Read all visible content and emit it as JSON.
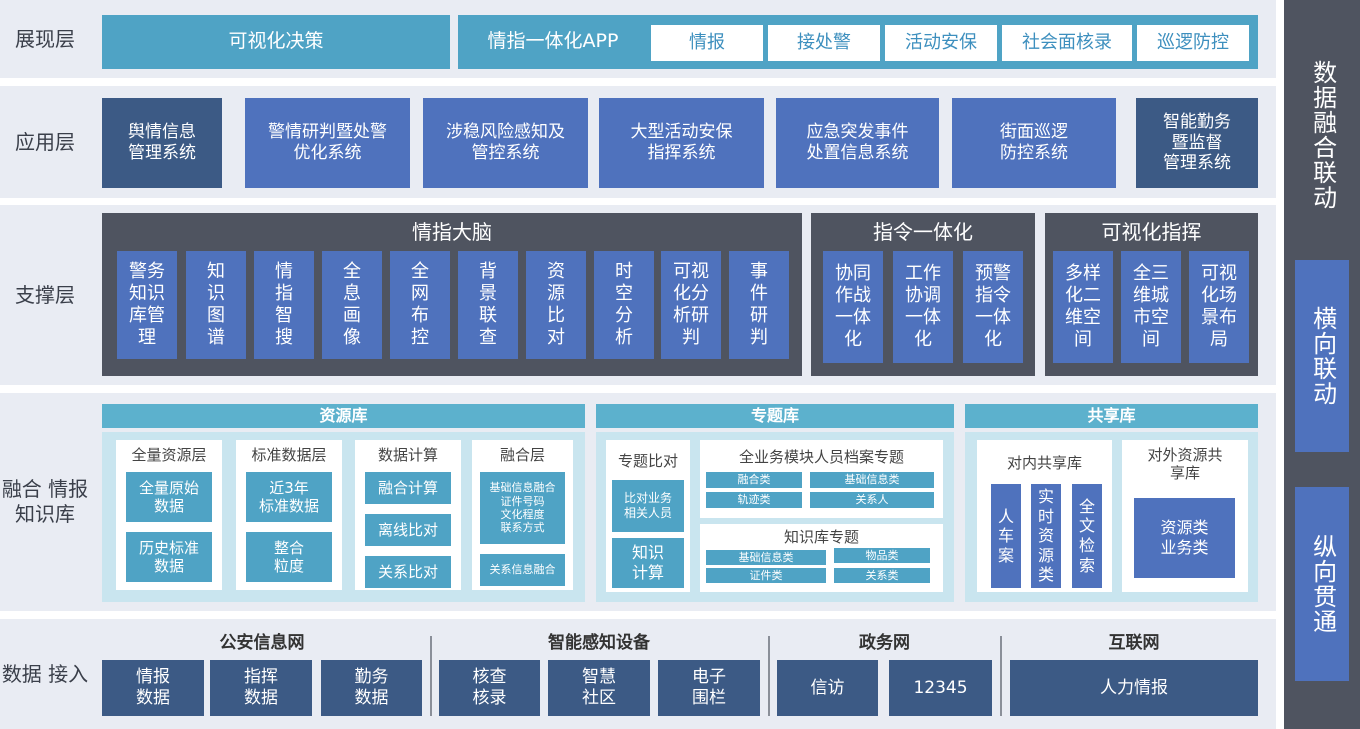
{
  "layers": {
    "display": "展现层",
    "application": "应用层",
    "support": "支撑层",
    "knowledge": "融合\n情报\n知识库",
    "access": "数据\n接入"
  },
  "display": {
    "visual_decision": "可视化决策",
    "app_title": "情指一体化APP",
    "app_items": [
      "情报",
      "接处警",
      "活动安保",
      "社会面核录",
      "巡逻防控"
    ]
  },
  "application": {
    "systems": [
      "舆情信息\n管理系统",
      "警情研判暨处警\n优化系统",
      "涉稳风险感知及\n管控系统",
      "大型活动安保\n指挥系统",
      "应急突发事件\n处置信息系统",
      "街面巡逻\n防控系统",
      "智能勤务\n暨监督\n管理系统"
    ]
  },
  "support": {
    "brain": {
      "title": "情指大脑",
      "items": [
        "警务\n知识\n库管\n理",
        "知\n识\n图\n谱",
        "情\n指\n智\n搜",
        "全\n息\n画\n像",
        "全\n网\n布\n控",
        "背\n景\n联\n查",
        "资\n源\n比\n对",
        "时\n空\n分\n析",
        "可视\n化分\n析研\n判",
        "事\n件\n研\n判"
      ]
    },
    "command": {
      "title": "指令一体化",
      "items": [
        "协同\n作战\n一体\n化",
        "工作\n协调\n一体\n化",
        "预警\n指令\n一体\n化"
      ]
    },
    "visual": {
      "title": "可视化指挥",
      "items": [
        "多样\n化二\n维空\n间",
        "全三\n维城\n市空\n间",
        "可视\n化场\n景布\n局"
      ]
    }
  },
  "knowledge": {
    "resource": {
      "title": "资源库",
      "full": {
        "title": "全量资源层",
        "items": [
          "全量原始\n数据",
          "历史标准\n数据"
        ]
      },
      "standard": {
        "title": "标准数据层",
        "items": [
          "近3年\n标准数据",
          "整合\n粒度"
        ]
      },
      "compute": {
        "title": "数据计算",
        "items": [
          "融合计算",
          "离线比对",
          "关系比对"
        ]
      },
      "fusion": {
        "title": "融合层",
        "items": [
          "基础信息融合\n证件号码\n文化程度\n联系方式",
          "关系信息融合"
        ]
      }
    },
    "topic": {
      "title": "专题库",
      "compare": {
        "title": "专题比对",
        "items": [
          "比对业务\n相关人员",
          "知识\n计算"
        ]
      },
      "archive": {
        "title": "全业务模块人员档案专题",
        "items": [
          "融合类",
          "基础信息类",
          "轨迹类",
          "关系人"
        ]
      },
      "kb": {
        "title": "知识库专题",
        "items": [
          "基础信息类",
          "物品类",
          "证件类",
          "关系类"
        ]
      }
    },
    "share": {
      "title": "共享库",
      "internal": {
        "title": "对内共享库",
        "items": [
          "人\n车\n案",
          "实\n时\n资\n源\n类",
          "全\n文\n检\n索"
        ]
      },
      "external": {
        "title": "对外资源共\n享库",
        "items": [
          "资源类\n业务类"
        ]
      }
    }
  },
  "access": {
    "groups": [
      {
        "title": "公安信息网",
        "items": [
          "情报\n数据",
          "指挥\n数据",
          "勤务\n数据"
        ]
      },
      {
        "title": "智能感知设备",
        "items": [
          "核查\n核录",
          "智慧\n社区",
          "电子\n围栏"
        ]
      },
      {
        "title": "政务网",
        "items": [
          "信访",
          "12345"
        ]
      },
      {
        "title": "互联网",
        "items": [
          "人力情报"
        ]
      }
    ]
  },
  "right": {
    "top": "数据融合联动",
    "mid": "横向联动",
    "bottom": "纵向贯通"
  },
  "colors": {
    "teal": "#4fa3c5",
    "blue": "#4f72bd",
    "navy": "#3c5a85",
    "dark_gray": "#4f5460",
    "band": "#e9ecf3"
  }
}
